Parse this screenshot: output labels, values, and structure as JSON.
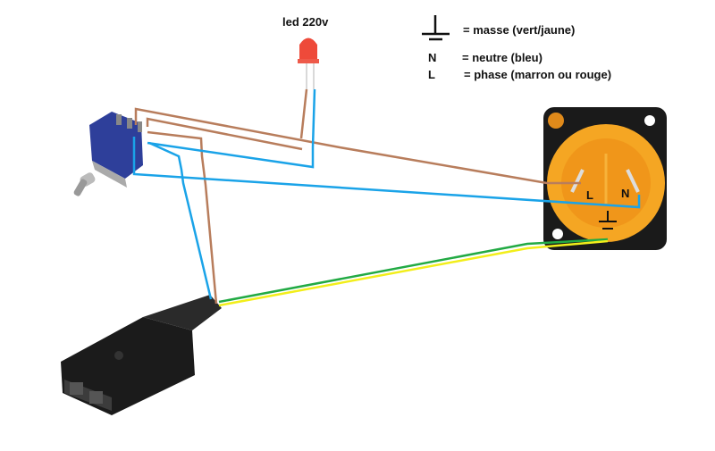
{
  "led_label": "led 220v",
  "legend": {
    "ground": "= masse (vert/jaune)",
    "neutral_symbol": "N",
    "neutral": "= neutre  (bleu)",
    "phase_symbol": "L",
    "phase": "= phase  (marron ou rouge)"
  },
  "connector": {
    "pin_l": "L",
    "pin_n": "N"
  },
  "colors": {
    "brown": "#b87d5c",
    "blue": "#1aa3e8",
    "green": "#22aa44",
    "yellow": "#f2ee1a",
    "connector": "#f5a623",
    "switch": "#2e3f9a"
  }
}
